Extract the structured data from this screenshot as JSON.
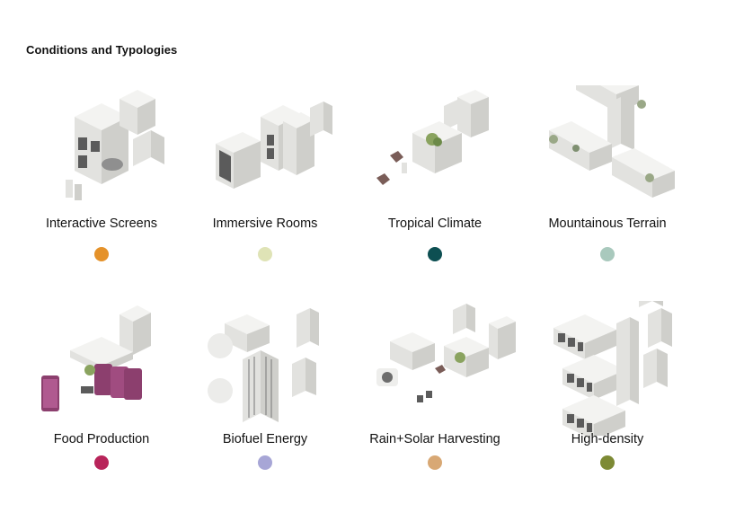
{
  "title": "Conditions and Typologies",
  "items": [
    {
      "key": "interactive-screens",
      "label": "Interactive Screens",
      "color": "#e5922a"
    },
    {
      "key": "immersive-rooms",
      "label": "Immersive Rooms",
      "color": "#dfe3b6"
    },
    {
      "key": "tropical-climate",
      "label": "Tropical Climate",
      "color": "#0d4f52"
    },
    {
      "key": "mountainous-terrain",
      "label": "Mountainous Terrain",
      "color": "#a9c9bd"
    },
    {
      "key": "food-production",
      "label": "Food Production",
      "color": "#b8245a"
    },
    {
      "key": "biofuel-energy",
      "label": "Biofuel Energy",
      "color": "#a7a6d6"
    },
    {
      "key": "rain-solar-harvesting",
      "label": "Rain+Solar Harvesting",
      "color": "#d8a874"
    },
    {
      "key": "high-density",
      "label": "High-density",
      "color": "#7d8a35"
    }
  ]
}
